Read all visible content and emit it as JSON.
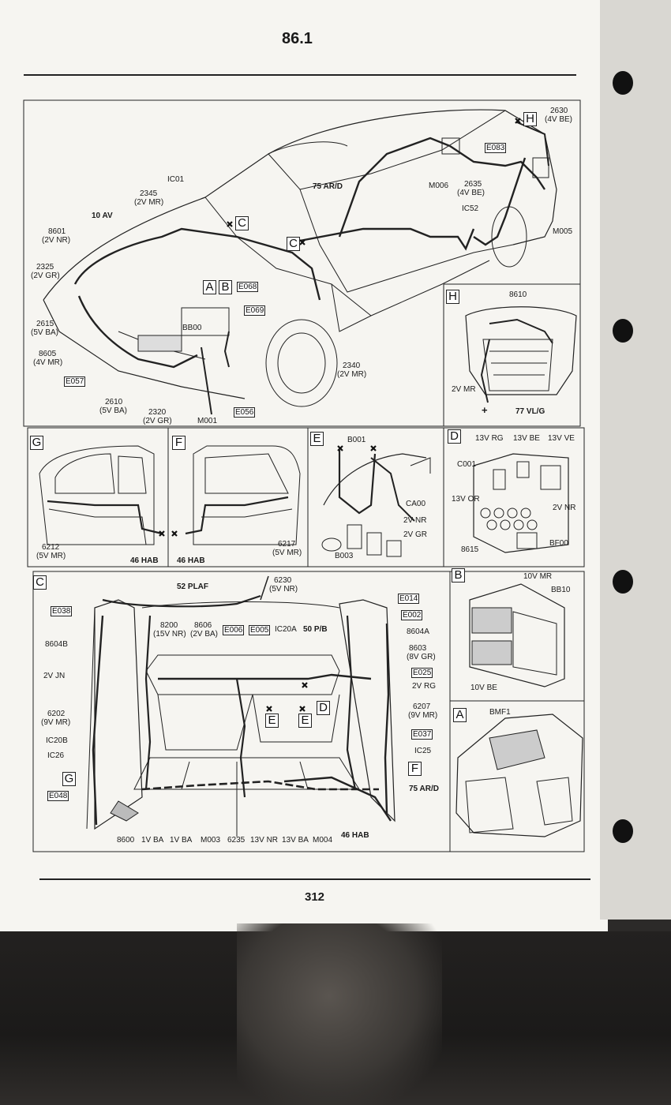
{
  "header": {
    "section": "86.1"
  },
  "footer": {
    "page_number": "312"
  },
  "main_view": {
    "harness_labels": [
      "10 AV",
      "75 AR/D"
    ],
    "view_refs": [
      "H",
      "C",
      "C",
      "A",
      "B"
    ],
    "components": [
      {
        "id": "IC01"
      },
      {
        "id": "2345",
        "detail": "(2V MR)"
      },
      {
        "id": "8601",
        "detail": "(2V NR)"
      },
      {
        "id": "2325",
        "detail": "(2V GR)"
      },
      {
        "id": "2615",
        "detail": "(5V BA)"
      },
      {
        "id": "8605",
        "detail": "(4V MR)"
      },
      {
        "id": "2610",
        "detail": "(5V BA)"
      },
      {
        "id": "2320",
        "detail": "(2V GR)"
      },
      {
        "id": "2340",
        "detail": "(2V MR)"
      },
      {
        "id": "2630",
        "detail": "(4V BE)"
      },
      {
        "id": "2635",
        "detail": "(4V BE)"
      },
      {
        "id": "BB00"
      },
      {
        "id": "M001"
      },
      {
        "id": "M005"
      },
      {
        "id": "M006"
      },
      {
        "id": "IC52"
      }
    ],
    "earth_points": [
      "E068",
      "E069",
      "E057",
      "E056",
      "E083"
    ]
  },
  "panel_h": {
    "letter": "H",
    "component": "8610",
    "wire": "2V MR",
    "harness": "77 VL/G"
  },
  "panel_g": {
    "letter": "G",
    "component": "6212",
    "detail": "(5V MR)",
    "harness": "46 HAB"
  },
  "panel_f": {
    "letter": "F",
    "component": "6217",
    "detail": "(5V MR)",
    "harness": "46 HAB"
  },
  "panel_e": {
    "letter": "E",
    "labels": [
      "B001",
      "CA00",
      "2V NR",
      "2V GR",
      "B003"
    ]
  },
  "panel_d": {
    "letter": "D",
    "labels": [
      "13V RG",
      "13V BE",
      "13V VE",
      "C001",
      "13V OR",
      "2V NR",
      "8615",
      "BF00"
    ]
  },
  "panel_c": {
    "letter": "C",
    "harness": [
      "52 PLAF",
      "50 P/B",
      "75 AR/D",
      "46 HAB"
    ],
    "labels": [
      {
        "id": "6230",
        "detail": "(5V NR)"
      },
      {
        "id": "8200",
        "detail": "(15V NR)"
      },
      {
        "id": "8606",
        "detail": "(2V BA)"
      },
      {
        "id": "IC20A"
      },
      {
        "id": "8604B"
      },
      {
        "id": "8604A"
      },
      {
        "id": "8603",
        "detail": "(8V GR)"
      },
      {
        "id": "2V JN"
      },
      {
        "id": "2V RG"
      },
      {
        "id": "6202",
        "detail": "(9V MR)"
      },
      {
        "id": "6207",
        "detail": "(9V MR)"
      },
      {
        "id": "IC20B"
      },
      {
        "id": "IC26"
      },
      {
        "id": "IC25"
      },
      {
        "id": "8600"
      },
      {
        "id": "1V BA"
      },
      {
        "id": "1V BA"
      },
      {
        "id": "M003"
      },
      {
        "id": "6235"
      },
      {
        "id": "13V NR"
      },
      {
        "id": "13V BA"
      },
      {
        "id": "M004"
      }
    ],
    "earth_points": [
      "E014",
      "E002",
      "E025",
      "E037",
      "E038",
      "E048",
      "E006",
      "E005"
    ],
    "view_refs": [
      "E",
      "E",
      "D",
      "G",
      "F"
    ]
  },
  "panel_b": {
    "letter": "B",
    "labels": [
      "10V MR",
      "BB10",
      "10V BE"
    ]
  },
  "panel_a": {
    "letter": "A",
    "labels": [
      "BMF1"
    ]
  }
}
